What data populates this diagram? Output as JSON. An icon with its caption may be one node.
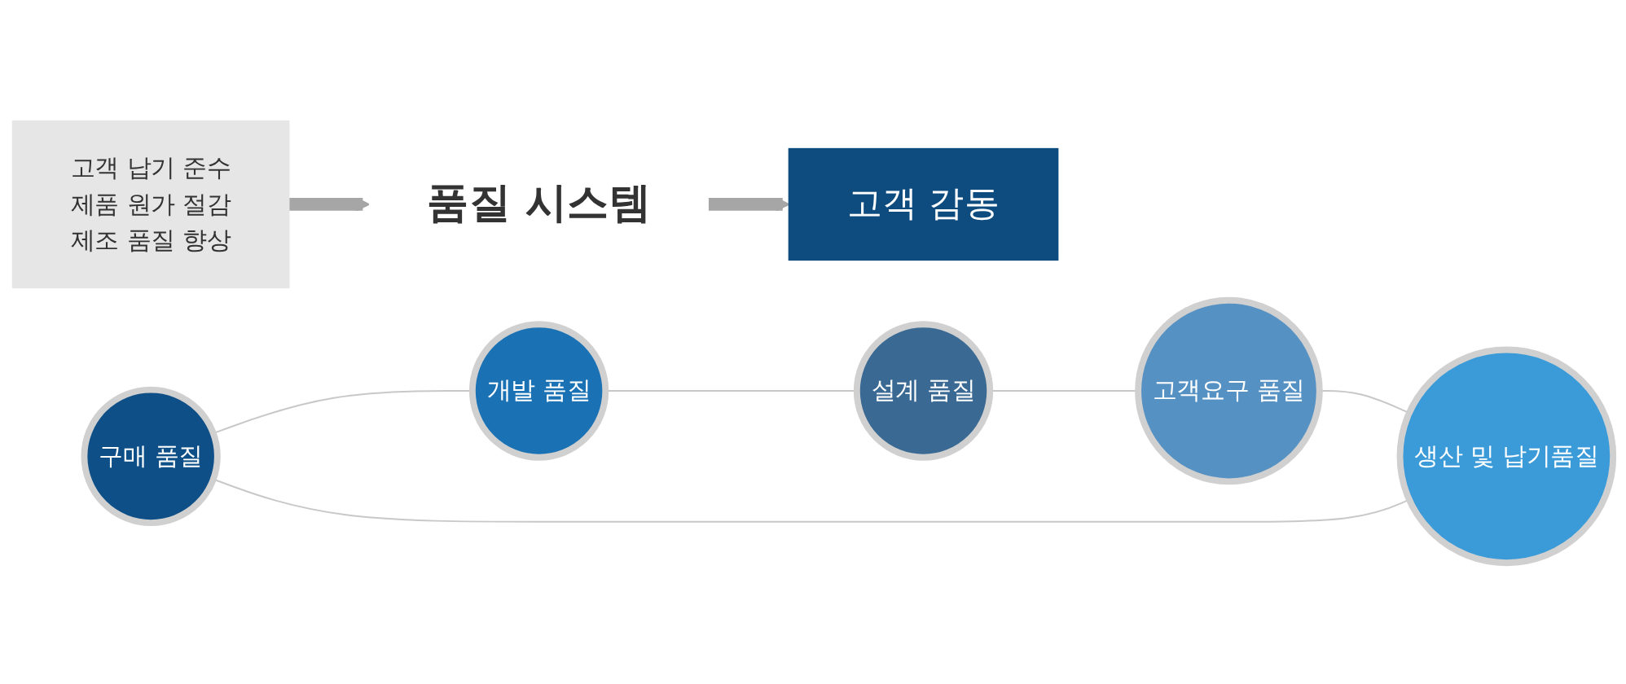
{
  "diagram": {
    "nodes": [
      {
        "text": [
          "고객 납기 준수",
          "제품 원가 절감",
          "제조 품질 향상"
        ]
      },
      {
        "text": [
          "품질 시스템"
        ]
      },
      {
        "text": [
          "구매 품질"
        ]
      },
      {
        "text": [
          "개발 품질"
        ]
      },
      {
        "text": [
          "설계 품질"
        ]
      },
      {
        "text": [
          "고객요구 품질"
        ]
      },
      {
        "text": [
          "생산 및 납기품질"
        ]
      },
      {
        "text": [
          "고객 감동"
        ]
      }
    ],
    "edges": [
      {
        "from": 0,
        "to": 1,
        "arrow": "to",
        "style": "thick",
        "color": "#a6a6a6"
      },
      {
        "from": 2,
        "to": 3,
        "arrow": "none"
      },
      {
        "from": 3,
        "to": 4,
        "arrow": "none"
      },
      {
        "from": 4,
        "to": 5,
        "arrow": "none"
      },
      {
        "from": 5,
        "to": 6,
        "arrow": "none"
      },
      {
        "from": 6,
        "to": 2,
        "arrow": "none"
      },
      {
        "from": 1,
        "to": 7,
        "arrow": "to",
        "style": "thick",
        "color": "#a6a6a6"
      }
    ]
  }
}
